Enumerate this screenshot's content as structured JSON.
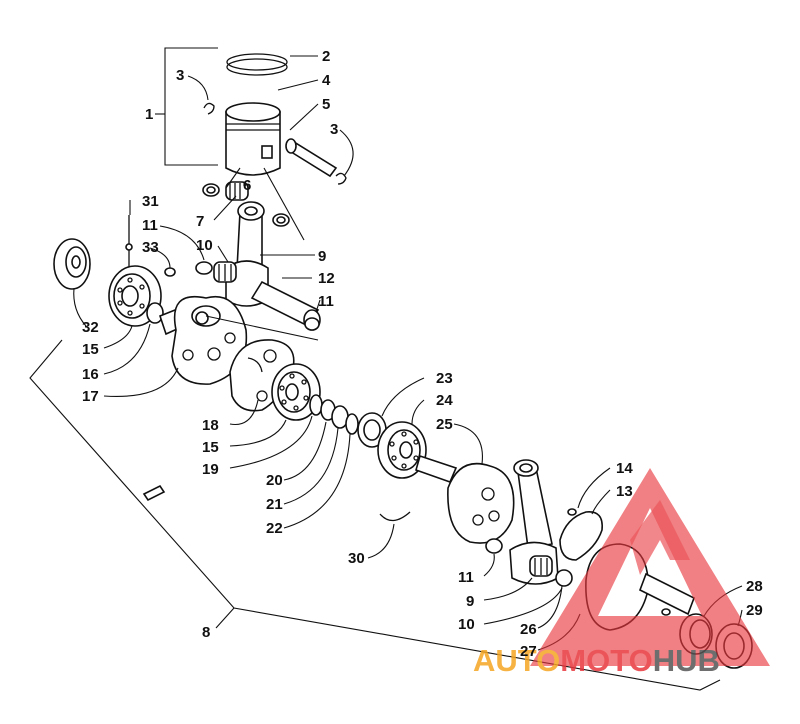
{
  "labels": {
    "l1": "1",
    "l2": "2",
    "l3a": "3",
    "l4": "4",
    "l5": "5",
    "l3b": "3",
    "l6": "6",
    "l7": "7",
    "l31": "31",
    "l11a": "11",
    "l10a": "10",
    "l9a": "9",
    "l33": "33",
    "l12": "12",
    "l11b": "11",
    "l32": "32",
    "l15a": "15",
    "l16": "16",
    "l17": "17",
    "l18": "18",
    "l15b": "15",
    "l19": "19",
    "l20": "20",
    "l21": "21",
    "l22": "22",
    "l23": "23",
    "l24": "24",
    "l25": "25",
    "l30": "30",
    "l14": "14",
    "l13": "13",
    "l11c": "11",
    "l9b": "9",
    "l10b": "10",
    "l26": "26",
    "l27": "27",
    "l28": "28",
    "l29": "29",
    "l8": "8"
  },
  "watermark": {
    "part1": "AUTO",
    "part2": "MOTO",
    "part3": "HUB",
    "color_orange": "#f5a623",
    "color_red": "#e8383d",
    "color_dark": "#555555"
  }
}
